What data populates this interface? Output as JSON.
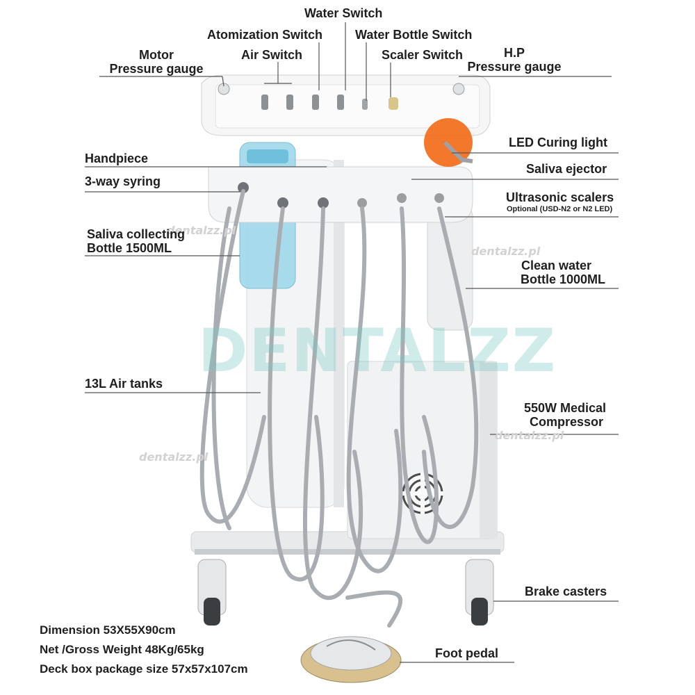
{
  "labels": {
    "water_switch": "Water Switch",
    "atomization_switch": "Atomization Switch",
    "water_bottle_switch": "Water Bottle Switch",
    "motor_line1": "Motor",
    "motor_line2": "Pressure gauge",
    "air_switch": "Air Switch",
    "scaler_switch": "Scaler Switch",
    "hp_line1": "H.P",
    "hp_line2": "Pressure gauge",
    "led_curing_light": "LED Curing light",
    "handpiece": "Handpiece",
    "saliva_ejector": "Saliva ejector",
    "three_way_syring": "3-way syring",
    "ultrasonic_scalers": "Ultrasonic scalers",
    "ultrasonic_optional": "Optional (USD-N2 or N2 LED)",
    "saliva_bottle_line1": "Saliva collecting",
    "saliva_bottle_line2": "Bottle 1500ML",
    "clean_water_line1": "Clean water",
    "clean_water_line2": "Bottle 1000ML",
    "air_tanks": "13L Air tanks",
    "compressor_line1": "550W Medical",
    "compressor_line2": "Compressor",
    "brake_casters": "Brake casters",
    "foot_pedal": "Foot pedal"
  },
  "specs": {
    "dimension": "Dimension 53X55X90cm",
    "weight": "Net /Gross Weight 48Kg/65kg",
    "package": "Deck box package size 57x57x107cm"
  },
  "watermarks": {
    "brand": "DENTALZZ",
    "site": "dentalzz.pl"
  },
  "colors": {
    "label_text": "#1e1e1e",
    "leader_line": "#555555",
    "unit_body": "#f2f2f2",
    "hose": "#a9adb1",
    "curing_shield": "#f06a1c",
    "bottle_blue": "#8fd3e8"
  }
}
